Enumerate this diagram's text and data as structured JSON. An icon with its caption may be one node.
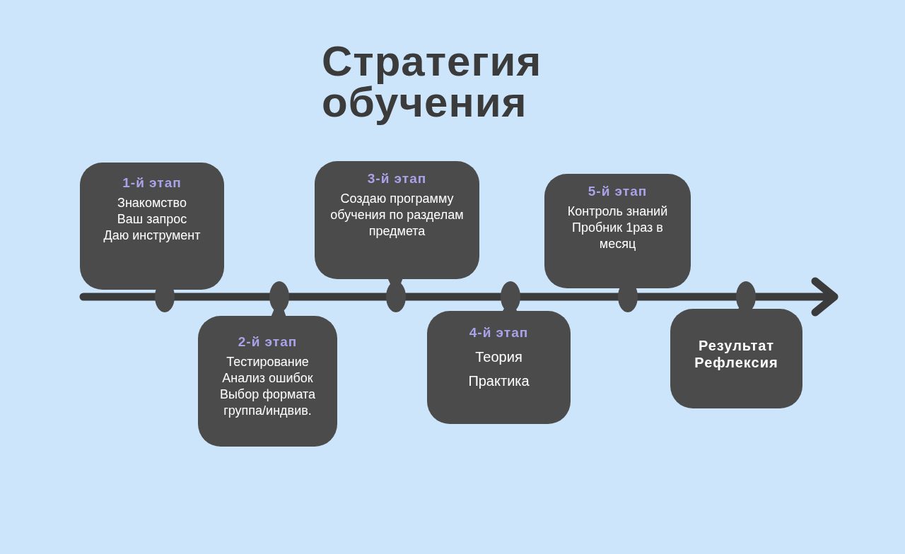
{
  "diagram": {
    "title": "Стратегия обучения",
    "nodes": [
      {
        "text": [
          "1-й этап",
          "Знакомство",
          "Ваш запрос",
          "Даю инструмент"
        ]
      },
      {
        "text": [
          "2-й этап",
          "Тестирование",
          "Анализ ошибок",
          "Выбор формата группа/индвив."
        ]
      },
      {
        "text": [
          "3-й этап",
          "Создаю программу обучения по разделам предмета"
        ]
      },
      {
        "text": [
          "4-й этап",
          "Теория",
          "Практика"
        ]
      },
      {
        "text": [
          "5-й этап",
          "Контроль знаний",
          "Пробник 1раз в месяц"
        ]
      },
      {
        "text": [
          "Результат",
          "Рефлексия"
        ]
      }
    ],
    "edges": []
  }
}
